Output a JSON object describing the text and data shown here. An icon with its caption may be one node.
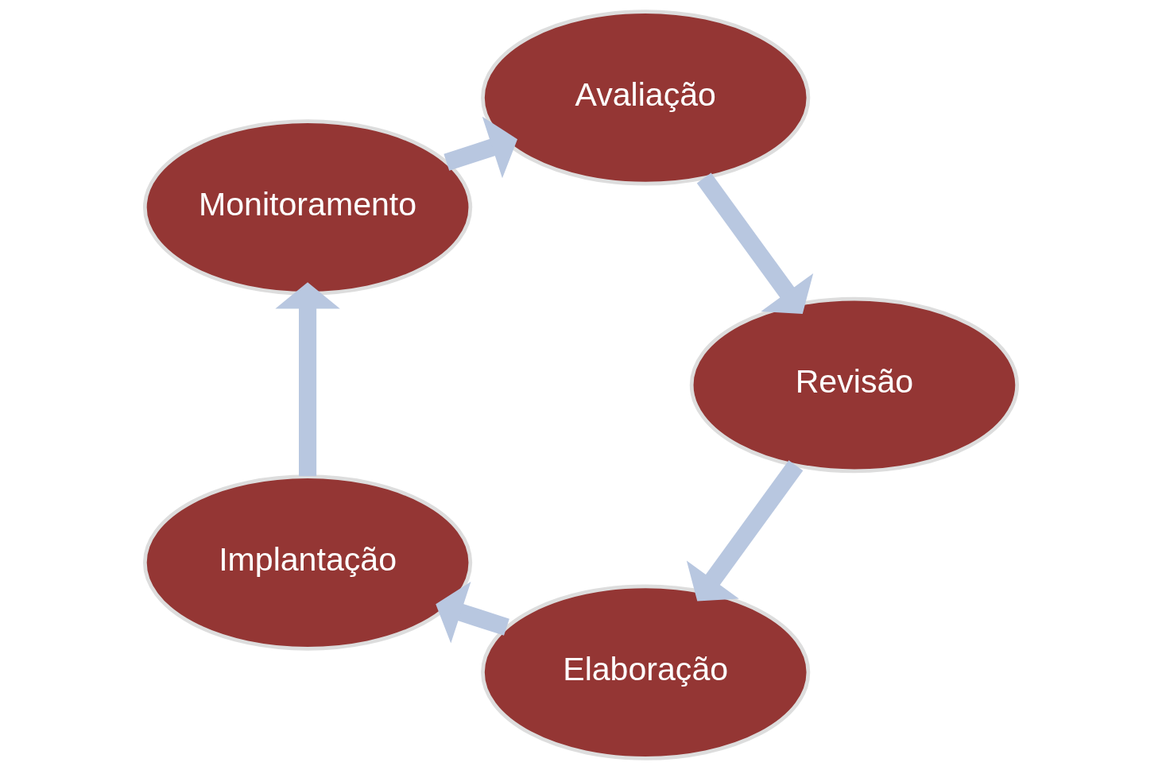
{
  "diagram": {
    "nodes": [
      {
        "text": [
          "Elaboração"
        ]
      },
      {
        "text": [
          "Implantação"
        ]
      },
      {
        "text": [
          "Monitoramento"
        ]
      },
      {
        "text": [
          "Avaliação"
        ]
      },
      {
        "text": [
          "Revisão"
        ]
      }
    ],
    "edges": [
      {
        "from": 0,
        "to": 1,
        "arrow": "to"
      },
      {
        "from": 1,
        "to": 2,
        "arrow": "to"
      },
      {
        "from": 2,
        "to": 3,
        "arrow": "to"
      },
      {
        "from": 3,
        "to": 4,
        "arrow": "to"
      },
      {
        "from": 4,
        "to": 0,
        "arrow": "to"
      }
    ]
  }
}
